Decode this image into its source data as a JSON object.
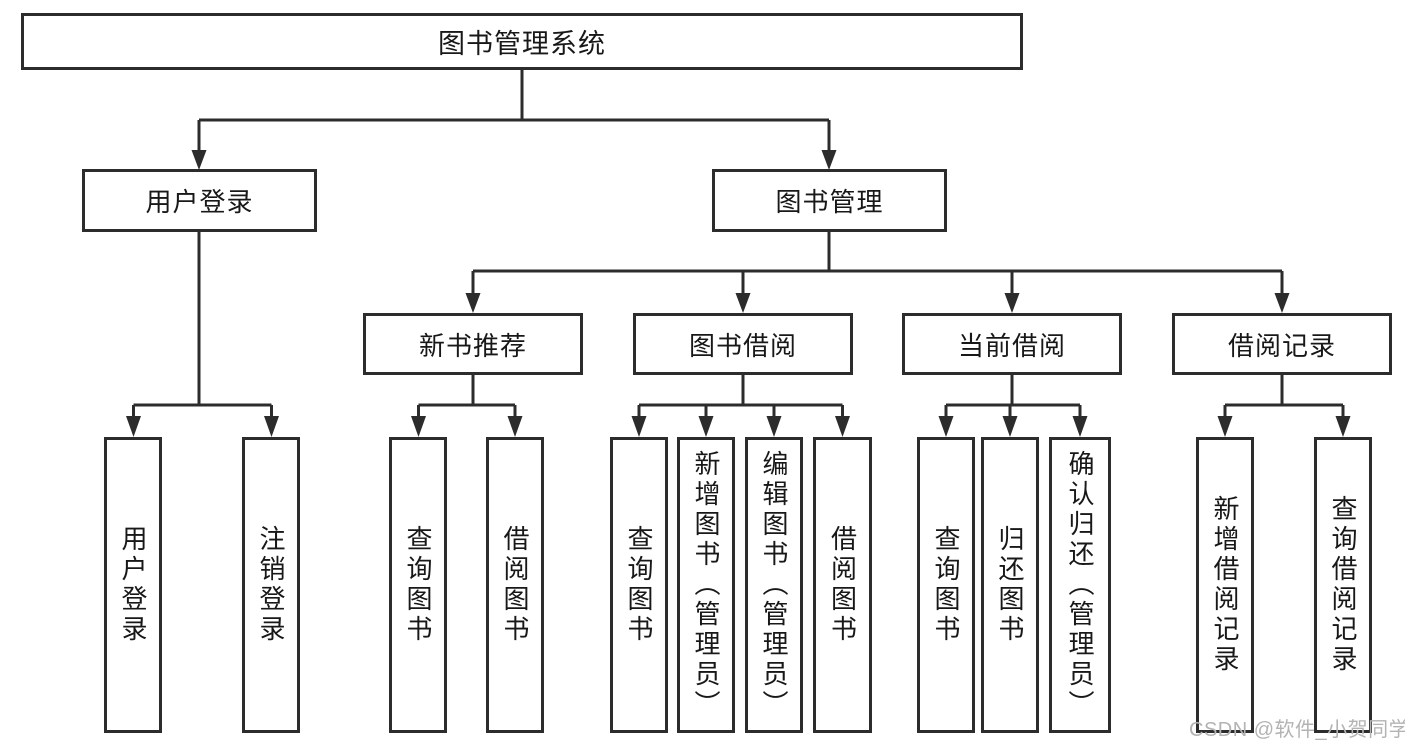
{
  "tree": {
    "root": {
      "label": "图书管理系统"
    },
    "branches": [
      {
        "label": "用户登录",
        "children": [
          {
            "label": "用户登录"
          },
          {
            "label": "注销登录"
          }
        ]
      },
      {
        "label": "图书管理",
        "children": [
          {
            "label": "新书推荐",
            "children": [
              {
                "label": "查询图书"
              },
              {
                "label": "借阅图书"
              }
            ]
          },
          {
            "label": "图书借阅",
            "children": [
              {
                "label": "查询图书"
              },
              {
                "label": "新增图书（管理员）"
              },
              {
                "label": "编辑图书（管理员）"
              },
              {
                "label": "借阅图书"
              }
            ]
          },
          {
            "label": "当前借阅",
            "children": [
              {
                "label": "查询图书"
              },
              {
                "label": "归还图书"
              },
              {
                "label": "确认归还（管理员）"
              }
            ]
          },
          {
            "label": "借阅记录",
            "children": [
              {
                "label": "新增借阅记录"
              },
              {
                "label": "查询借阅记录"
              }
            ]
          }
        ]
      }
    ]
  },
  "watermark": {
    "text": "CSDN @软件_小贺同学"
  },
  "colors": {
    "line": "#2c2c2c",
    "text": "#181818",
    "watermark": "#b3b3b3",
    "background": "#ffffff"
  }
}
